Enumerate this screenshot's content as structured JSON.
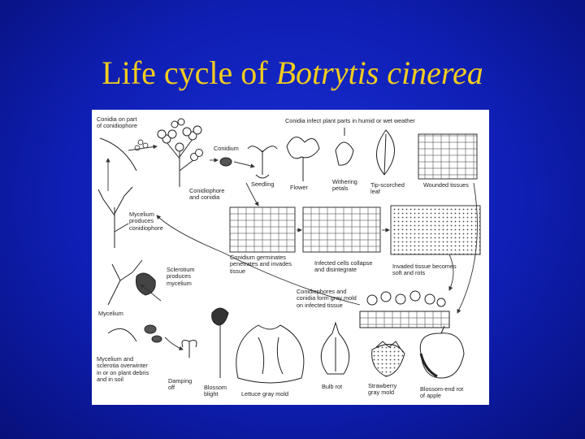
{
  "slide": {
    "title_prefix": "Life cycle of ",
    "title_italic": "Botrytis cinerea"
  },
  "diagram": {
    "labels": {
      "conidia_on_conidiophore": "Conidia on part\nof conidiophore",
      "conidium": "Conidium",
      "conidiophore_conidia": "Conidiophore\nand conidia",
      "infect_weather": "Conidia infect plant parts in humid or wet weather",
      "seedling": "Seedling",
      "flower": "Flower",
      "withering_petals": "Withering\npetals",
      "tip_scorched_leaf": "Tip-scorched\nleaf",
      "wounded_tissues": "Wounded tissues",
      "mycelium_produces": "Mycelium\nproduces\nconidiophore",
      "conidium_germinates": "Conidium germinates\npenetrates and invades\ntissue",
      "infected_cells": "Infected cells collapse\nand disintegrate",
      "invaded_tissue": "Invaded tissue becomes\nsoft and rots",
      "sclerotium_produces": "Sclerotium\nproduces\nmycelium",
      "conidiophores_gray": "Conidiophores and\nconidia form gray mold\non infected tissue",
      "mycelium": "Mycelium",
      "overwinter": "Mycelium and\nsclerotia overwinter\nin or on plant debris\nand in soil",
      "damping_off": "Damping\noff",
      "blossom_blight": "Blossom\nblight",
      "lettuce_gray_mold": "Lettuce gray mold",
      "bulb_rot": "Bulb rot",
      "strawberry_gray_mold": "Strawberry\ngray mold",
      "blossom_end_rot": "Blossom-end rot\nof apple"
    }
  }
}
